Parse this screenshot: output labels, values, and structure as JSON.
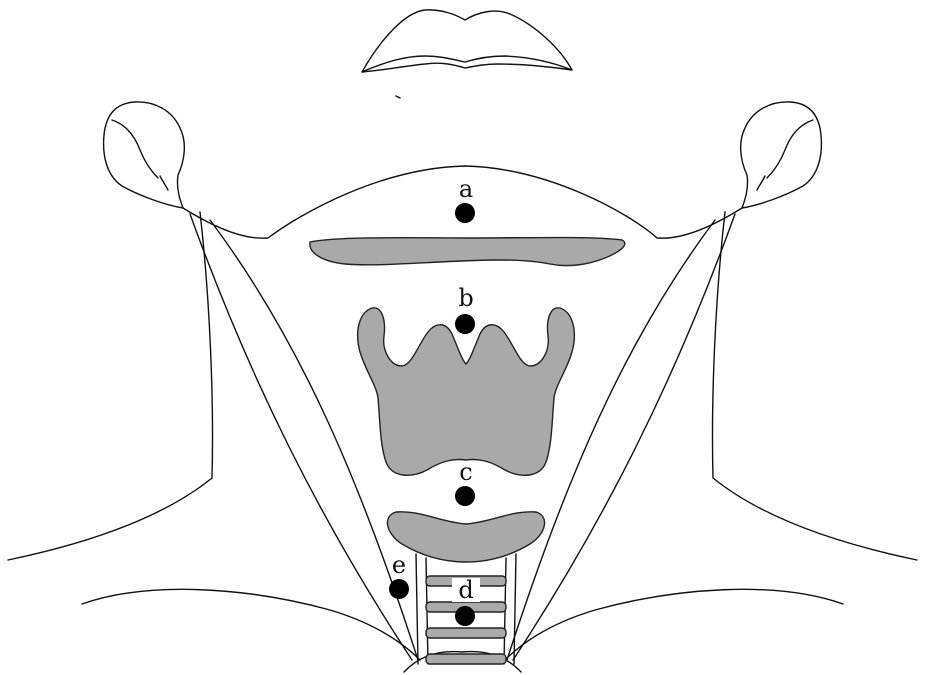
{
  "diagram": {
    "points": [
      {
        "id": "a",
        "label": "a"
      },
      {
        "id": "b",
        "label": "b"
      },
      {
        "id": "c",
        "label": "c"
      },
      {
        "id": "d",
        "label": "d"
      },
      {
        "id": "e",
        "label": "e"
      }
    ],
    "colors": {
      "line": "#111111",
      "cartilage_fill": "#a9a9a9",
      "marker": "#000000",
      "background": "#ffffff"
    }
  }
}
